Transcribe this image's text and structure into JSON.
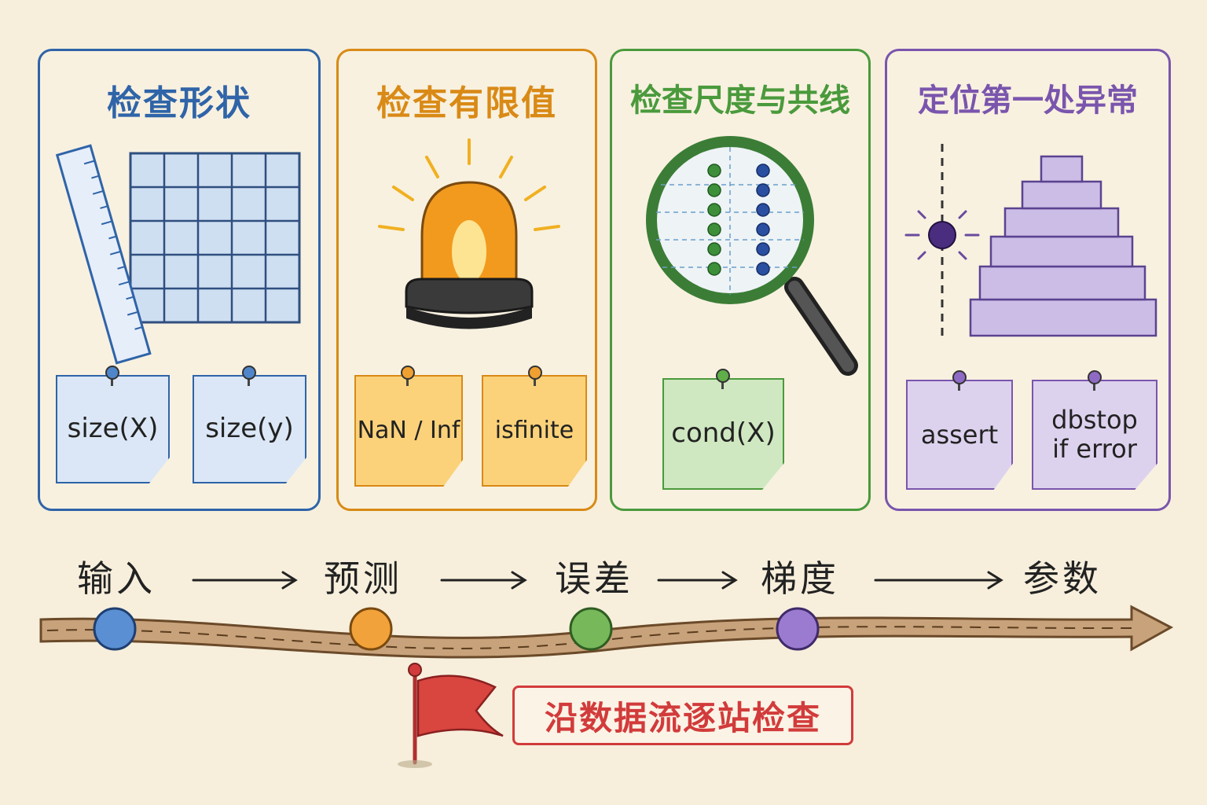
{
  "colors": {
    "blue": "#2f64a8",
    "orange": "#d98a16",
    "green": "#4a9a3c",
    "purple": "#7a55ad",
    "red": "#d23b3b",
    "background": "#f7efdc"
  },
  "panels": [
    {
      "title": "检查形状",
      "icon": "ruler-grid-icon",
      "notes": [
        "size(X)",
        "size(y)"
      ]
    },
    {
      "title": "检查有限值",
      "icon": "alarm-beacon-icon",
      "notes": [
        "NaN / Inf",
        "isfinite"
      ]
    },
    {
      "title": "检查尺度与共线",
      "icon": "magnifier-icon",
      "notes": [
        "cond(X)"
      ]
    },
    {
      "title": "定位第一处异常",
      "icon": "stepped-pyramid-icon",
      "notes": [
        "assert",
        "dbstop\nif error"
      ]
    }
  ],
  "pipeline": {
    "stages": [
      "输入",
      "预测",
      "误差",
      "梯度",
      "参数"
    ]
  },
  "banner": {
    "text": "沿数据流逐站检查",
    "icon": "red-flag-icon"
  }
}
